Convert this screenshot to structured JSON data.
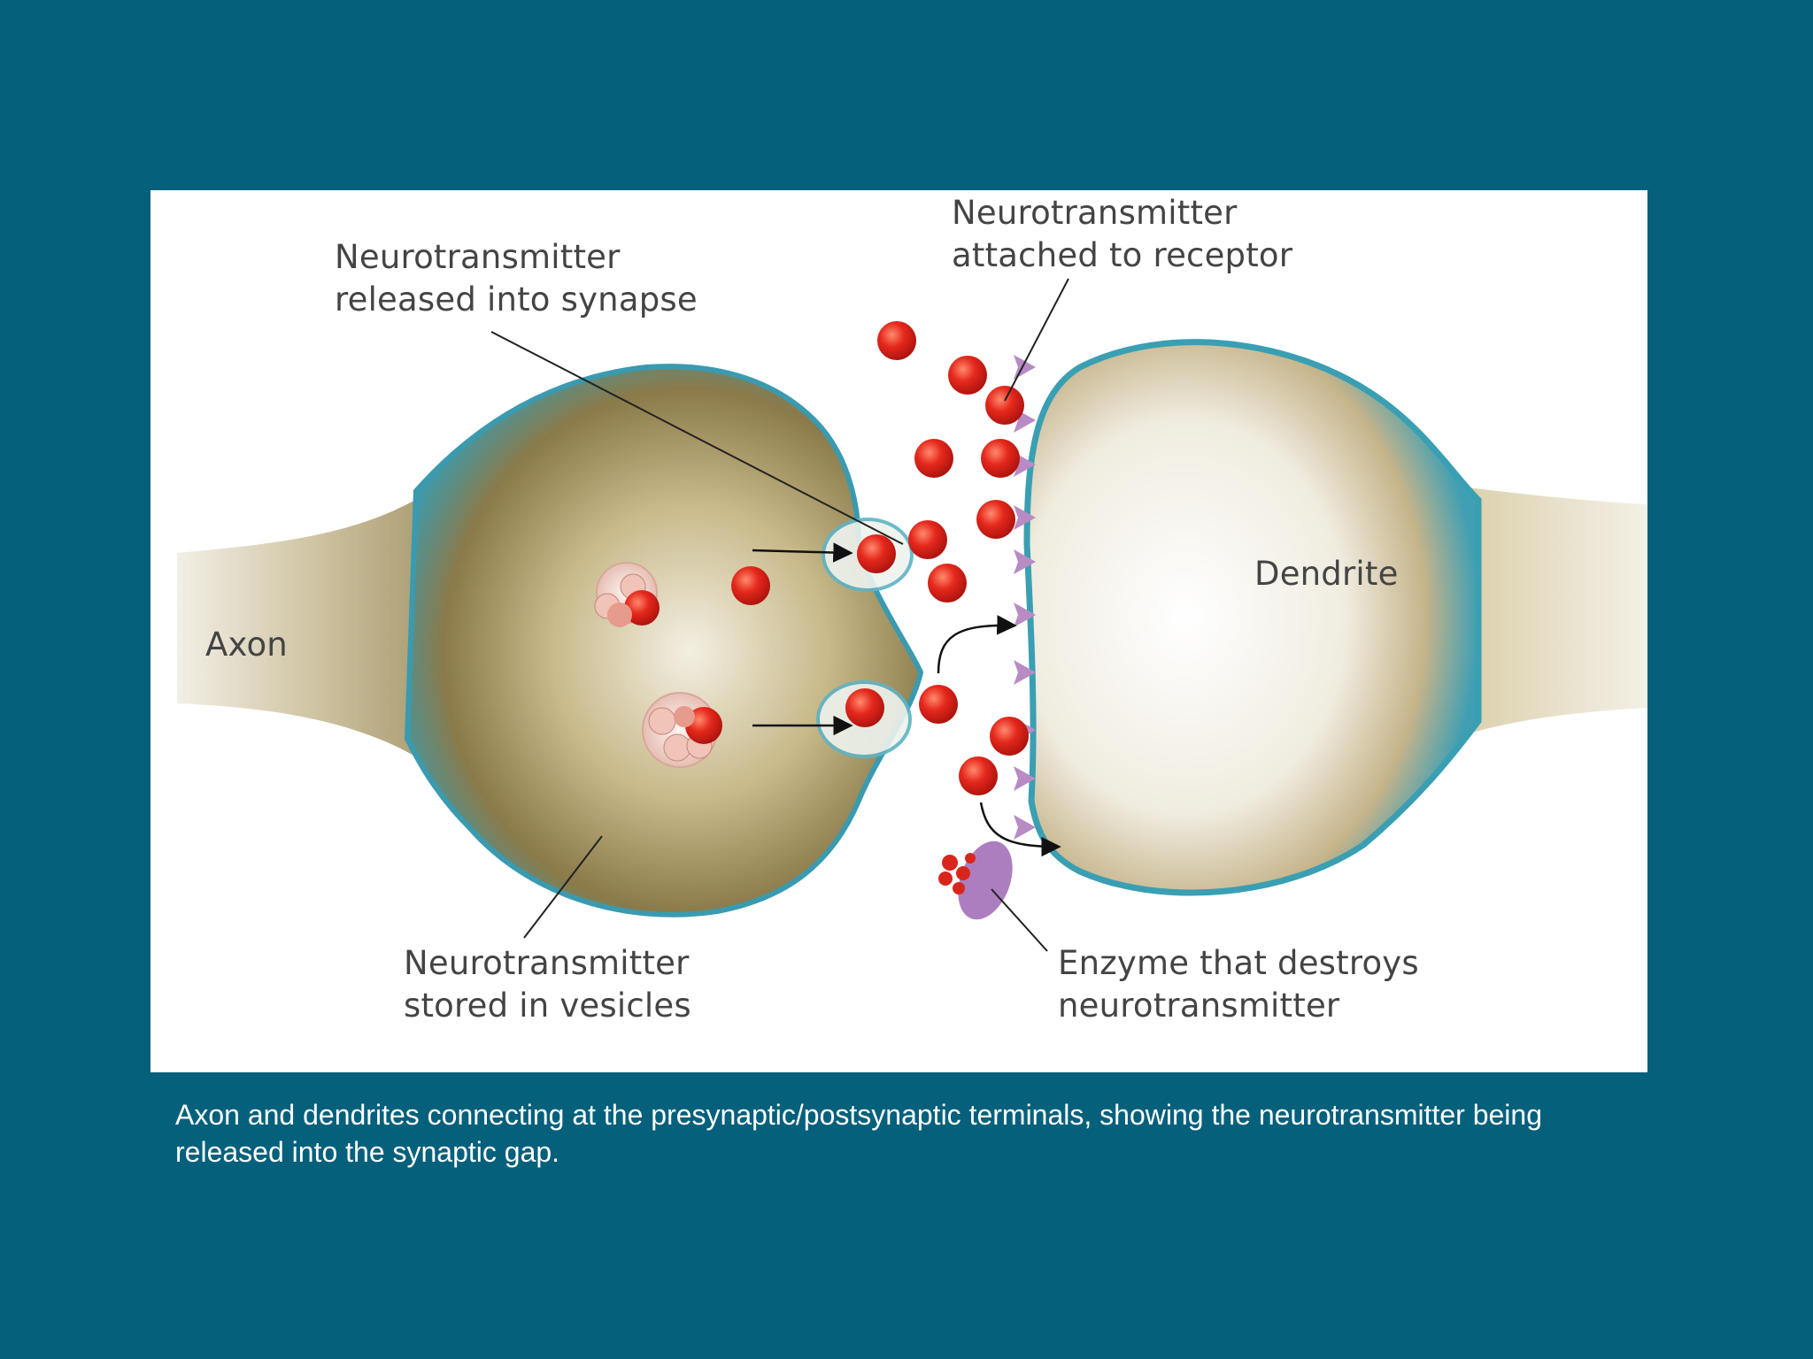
{
  "figure": {
    "labels": {
      "released": "Neurotransmitter\nreleased into synapse",
      "attached": "Neurotransmitter\nattached to receptor",
      "axon": "Axon",
      "dendrite": "Dendrite",
      "stored": "Neurotransmitter\nstored in vesicles",
      "enzyme": "Enzyme that destroys\nneurotransmitter"
    }
  },
  "caption": "Axon and dendrites connecting at the presynaptic/postsynaptic terminals, showing the neurotransmitter being released into the synaptic gap.",
  "colors": {
    "background": "#05607c",
    "neurotransmitter": "#d9261c",
    "membrane": "#3a9ab0",
    "enzyme": "#a470b8"
  }
}
